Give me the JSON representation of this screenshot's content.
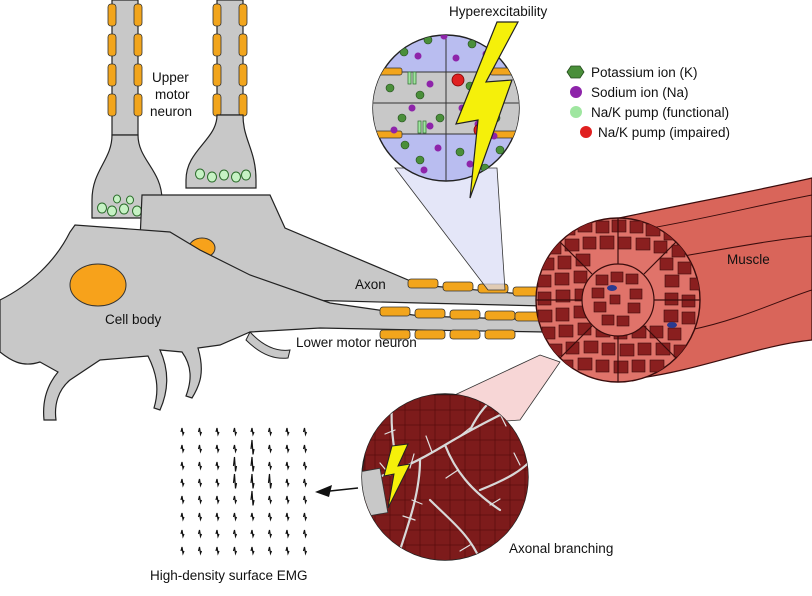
{
  "labels": {
    "hyperexcitability": "Hyperexcitability",
    "upper_motor_neuron_line1": "Upper",
    "upper_motor_neuron_line2": "motor",
    "upper_motor_neuron_line3": "neuron",
    "axon": "Axon",
    "cell_body": "Cell body",
    "lower_motor_neuron": "Lower motor neuron",
    "muscle": "Muscle",
    "axonal_branching": "Axonal branching",
    "hd_emg": "High-density surface EMG"
  },
  "legend": [
    {
      "label": "Potassium ion (K)",
      "color": "#4a8f3a",
      "shape": "hexagon"
    },
    {
      "label": "Sodium ion (Na)",
      "color": "#8e24aa",
      "shape": "circle"
    },
    {
      "label": "Na/K pump (functional)",
      "color": "#9fe6a0",
      "shape": "circle"
    },
    {
      "label": "Na/K pump (impaired)",
      "color": "#e02020",
      "shape": "circle"
    }
  ],
  "colors": {
    "neuron": "#c8c8c8",
    "myelin": "#f2a51c",
    "nucleus": "#f7a21b",
    "muscle": "#d9655a",
    "muscle_dark": "#8a1f1f",
    "lightning": "#f5f00a",
    "inset_bg": "#b9bdf0"
  }
}
